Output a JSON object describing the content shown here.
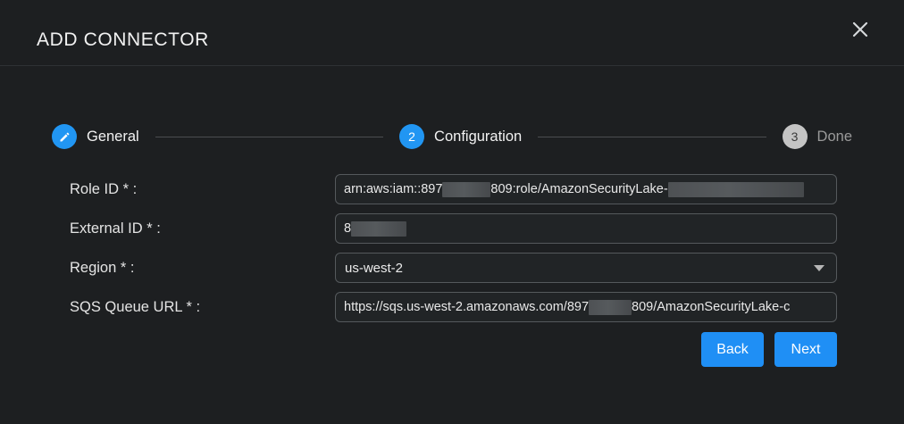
{
  "dialog": {
    "title": "ADD CONNECTOR",
    "close_icon": "close-icon"
  },
  "stepper": {
    "steps": [
      {
        "marker": "",
        "icon": "pencil-icon",
        "label": "General",
        "state": "completed"
      },
      {
        "marker": "2",
        "icon": "",
        "label": "Configuration",
        "state": "active"
      },
      {
        "marker": "3",
        "icon": "",
        "label": "Done",
        "state": "inactive"
      }
    ]
  },
  "form": {
    "fields": [
      {
        "label": "Role ID * :",
        "type": "text",
        "value_prefix": "arn:aws:iam::897",
        "value_middle": "809:role/AmazonSecurityLake-",
        "redacted": true
      },
      {
        "label": "External ID * :",
        "type": "text",
        "value_prefix": "8",
        "value_middle": "",
        "redacted": true
      },
      {
        "label": "Region * :",
        "type": "select",
        "value": "us-west-2",
        "arrow_icon": "chevron-down-icon"
      },
      {
        "label": "SQS Queue URL * :",
        "type": "text",
        "value_prefix": "https://sqs.us-west-2.amazonaws.com/897",
        "value_middle": "809/AmazonSecurityLake-c",
        "redacted": true
      }
    ]
  },
  "footer": {
    "back_label": "Back",
    "next_label": "Next"
  },
  "colors": {
    "background": "#1d1f21",
    "accent": "#1f8ff5",
    "step_active": "#2196f3",
    "step_inactive": "#c4c4c4",
    "field_border": "#55595c"
  }
}
